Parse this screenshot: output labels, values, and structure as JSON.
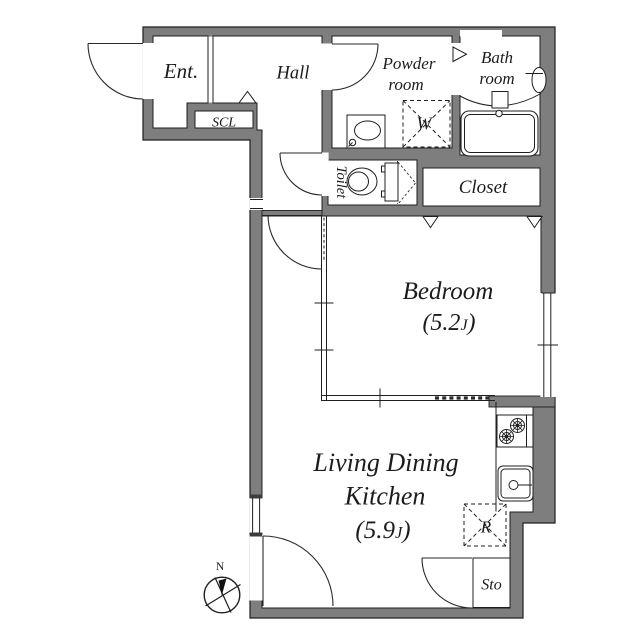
{
  "plan": {
    "rooms": {
      "ent": {
        "label": "Ent."
      },
      "hall": {
        "label": "Hall"
      },
      "scl": {
        "label": "SCL"
      },
      "powder": {
        "line1": "Powder",
        "line2": "room"
      },
      "bath": {
        "line1": "Bath",
        "line2": "room"
      },
      "toilet": {
        "label": "Toilet"
      },
      "closet": {
        "label": "Closet"
      },
      "bedroom": {
        "label": "Bedroom",
        "size_open": "(5.2",
        "size_unit": "J",
        "size_close": ")"
      },
      "ldk": {
        "line1": "Living Dining",
        "line2": "Kitchen",
        "size_open": "(5.9",
        "size_unit": "J",
        "size_close": ")"
      }
    },
    "markers": {
      "washer": "W",
      "fridge": "R",
      "storage": "Sto",
      "north": "N"
    },
    "colors": {
      "wall": "#7e7e7e",
      "line": "#1f1f1f",
      "text": "#1c1c1c"
    }
  }
}
